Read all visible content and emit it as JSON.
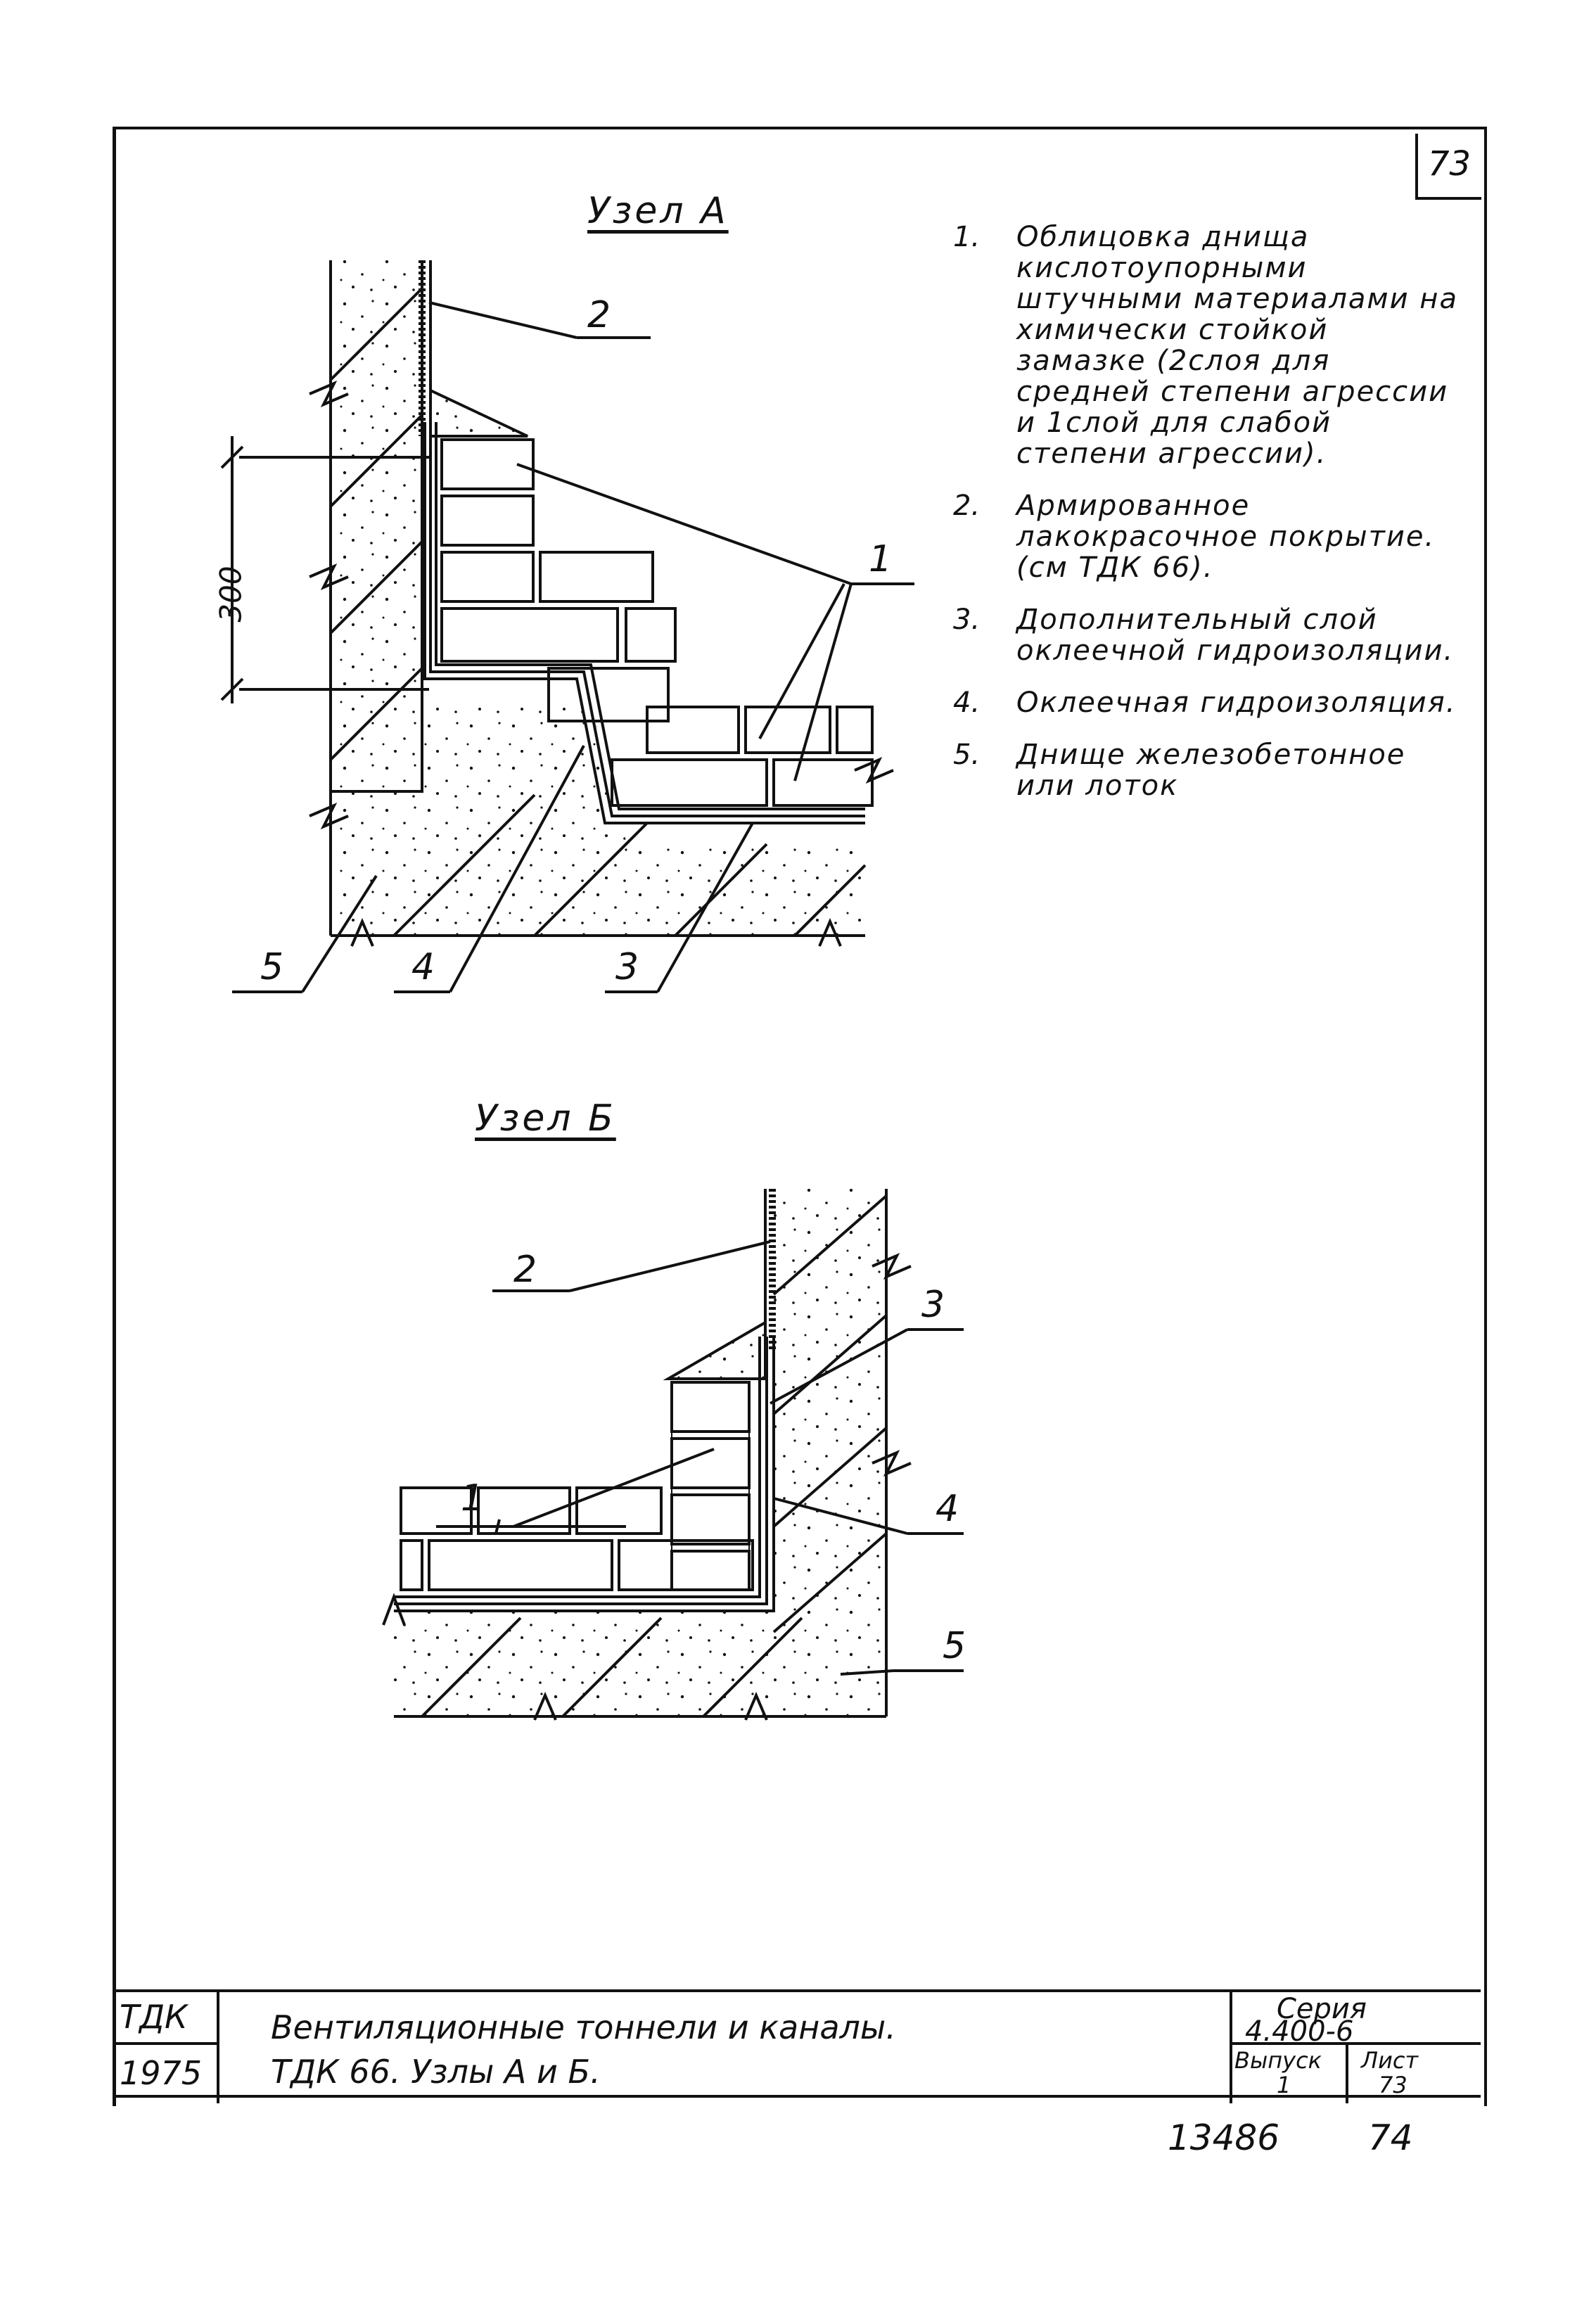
{
  "sheet_corner": "73",
  "node_a": {
    "title": "Узел А",
    "dimension": "300",
    "callouts": [
      "1",
      "2",
      "3",
      "4",
      "5"
    ]
  },
  "node_b": {
    "title": "Узел Б",
    "callouts": [
      "1",
      "2",
      "3",
      "4",
      "5"
    ]
  },
  "notes": [
    {
      "num": "1.",
      "text": "Облицовка днища кислотоупорными штучными материалами на химически стойкой замазке (2слоя для средней степени агрессии и 1слой для слабой степени агрессии)."
    },
    {
      "num": "2.",
      "text": "Армированное лакокрасочное покрытие. (см ТДК 66)."
    },
    {
      "num": "3.",
      "text": "Дополнительный слой оклеечной гидроизоляции."
    },
    {
      "num": "4.",
      "text": "Оклеечная гидроизоляция."
    },
    {
      "num": "5.",
      "text": "Днище железобетонное или лоток"
    }
  ],
  "title_block": {
    "org": "ТДК",
    "year": "1975",
    "title_line1": "Вентиляционные тоннели и каналы.",
    "title_line2": "ТДК 66.   Узлы А и Б.",
    "series_label": "Серия",
    "series_value": "4.400-6",
    "issue_label": "Выпуск",
    "issue_value": "1",
    "sheet_label": "Лист",
    "sheet_value": "73"
  },
  "bottom": {
    "number": "13486",
    "page": "74"
  },
  "colors": {
    "ink": "#111111",
    "paper": "#ffffff"
  }
}
